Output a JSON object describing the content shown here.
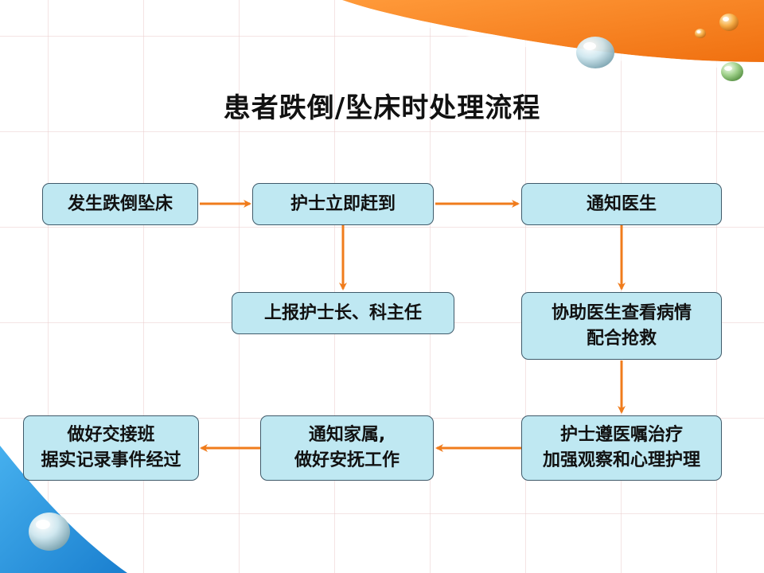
{
  "title": "患者跌倒/坠床时处理流程",
  "colors": {
    "box_fill": "#bfe8f2",
    "box_border": "#3f5a6a",
    "arrow": "#f07c1c",
    "accent_orange": "#f47a18",
    "accent_blue": "#2a8fd6"
  },
  "steps": {
    "fall": "发生跌倒坠床",
    "nurse_arrives": "护士立即赶到",
    "notify_doctor": "通知医生",
    "report_head": "上报护士长、科主任",
    "assist_doctor": {
      "line1": "协助医生查看病情",
      "line2": "配合抢救"
    },
    "follow_orders": {
      "line1": "护士遵医嘱治疗",
      "line2": "加强观察和心理护理"
    },
    "notify_family": {
      "line1": "通知家属,",
      "line2": "做好安抚工作"
    },
    "handover": {
      "line1": "做好交接班",
      "line2": "据实记录事件经过"
    }
  },
  "icons": {
    "droplets": "water-droplet-icon"
  }
}
